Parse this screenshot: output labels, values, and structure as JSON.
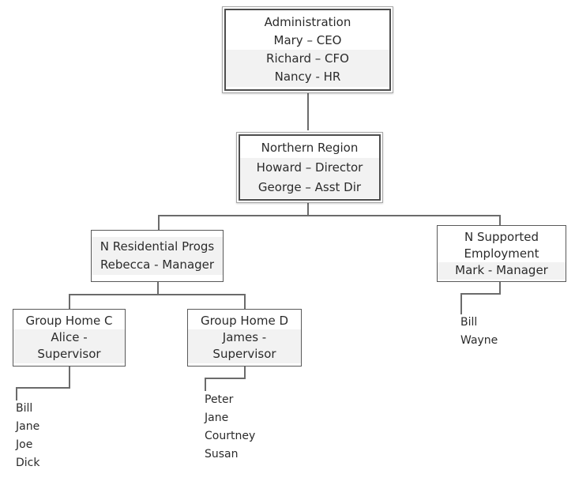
{
  "chart_data": {
    "type": "diagram",
    "diagram_type": "organizational-chart",
    "title": "",
    "nodes": [
      {
        "id": "administration",
        "lines": [
          "Administration",
          "Mary – CEO",
          "Richard – CFO",
          "Nancy - HR"
        ],
        "shaded_lines": [
          false,
          false,
          true,
          true
        ],
        "border": "double",
        "level": 0
      },
      {
        "id": "northern-region",
        "lines": [
          "Northern Region",
          "Howard – Director",
          "George – Asst Dir"
        ],
        "shaded_lines": [
          false,
          true,
          true
        ],
        "border": "double",
        "level": 1
      },
      {
        "id": "n-residential-progs",
        "lines": [
          "N Residential Progs",
          "Rebecca - Manager"
        ],
        "shaded_lines": [
          true,
          true
        ],
        "border": "single",
        "level": 2
      },
      {
        "id": "n-supported-employment",
        "lines": [
          "N Supported",
          "Employment",
          "Mark - Manager"
        ],
        "shaded_lines": [
          false,
          false,
          true
        ],
        "border": "single",
        "level": 2
      },
      {
        "id": "group-home-c",
        "lines": [
          "Group Home C",
          "Alice -",
          "Supervisor"
        ],
        "shaded_lines": [
          false,
          true,
          true
        ],
        "border": "single",
        "level": 3
      },
      {
        "id": "group-home-d",
        "lines": [
          "Group Home D",
          "James -",
          "Supervisor"
        ],
        "shaded_lines": [
          false,
          true,
          true
        ],
        "border": "single",
        "level": 3
      }
    ],
    "staff_lists": [
      {
        "id": "group-home-c-staff",
        "parent": "group-home-c",
        "names": [
          "Bill",
          "Jane",
          "Joe",
          "Dick"
        ]
      },
      {
        "id": "group-home-d-staff",
        "parent": "group-home-d",
        "names": [
          "Peter",
          "Jane",
          "Courtney",
          "Susan"
        ]
      },
      {
        "id": "n-supported-employment-staff",
        "parent": "n-supported-employment",
        "names": [
          "Bill",
          "Wayne"
        ]
      }
    ],
    "edges": [
      {
        "from": "administration",
        "to": "northern-region"
      },
      {
        "from": "northern-region",
        "to": "n-residential-progs"
      },
      {
        "from": "northern-region",
        "to": "n-supported-employment"
      },
      {
        "from": "n-residential-progs",
        "to": "group-home-c"
      },
      {
        "from": "n-residential-progs",
        "to": "group-home-d"
      },
      {
        "from": "group-home-c",
        "to": "group-home-c-staff"
      },
      {
        "from": "group-home-d",
        "to": "group-home-d-staff"
      },
      {
        "from": "n-supported-employment",
        "to": "n-supported-employment-staff"
      }
    ],
    "colors": {
      "background": "#ffffff",
      "text": "#2b2b2b",
      "connector": "#6b6b6b",
      "box_border_dark": "#4d4d4d",
      "box_border_light": "#a6a6a6",
      "box_border_single": "#595959",
      "row_shade": "#f2f2f2",
      "row_plain": "#ffffff"
    }
  },
  "nodes": {
    "administration": {
      "line1": "Administration",
      "line2": "Mary – CEO",
      "line3": "Richard – CFO",
      "line4": "Nancy - HR"
    },
    "northern_region": {
      "line1": "Northern Region",
      "line2": "Howard – Director",
      "line3": "George – Asst Dir"
    },
    "n_residential_progs": {
      "line1": "N Residential Progs",
      "line2": "Rebecca - Manager"
    },
    "n_supported_employment": {
      "line1": "N Supported",
      "line2": "Employment",
      "line3": "Mark - Manager"
    },
    "group_home_c": {
      "line1": "Group Home C",
      "line2": "Alice -",
      "line3": "Supervisor"
    },
    "group_home_d": {
      "line1": "Group Home D",
      "line2": "James -",
      "line3": "Supervisor"
    }
  },
  "staff": {
    "group_home_c": {
      "n1": "Bill",
      "n2": "Jane",
      "n3": "Joe",
      "n4": "Dick"
    },
    "group_home_d": {
      "n1": "Peter",
      "n2": "Jane",
      "n3": "Courtney",
      "n4": "Susan"
    },
    "n_supported_employment": {
      "n1": "Bill",
      "n2": "Wayne"
    }
  }
}
